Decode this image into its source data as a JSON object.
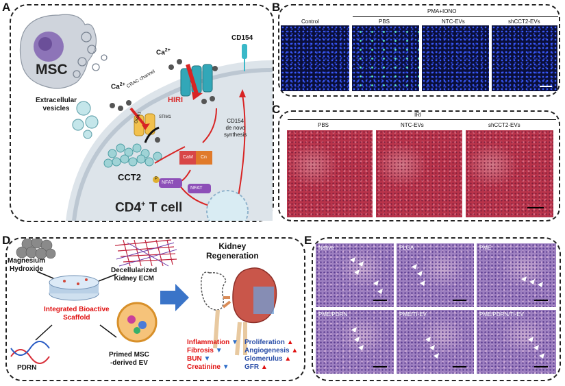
{
  "panels": {
    "a": "A",
    "b": "B",
    "c": "C",
    "d": "D",
    "e": "E"
  },
  "panel_a": {
    "msc": "MSC",
    "extracellular_vesicles": "Extracellular\nvesicles",
    "ca1": "Ca",
    "ca2": "Ca",
    "ca_sup": "2+",
    "crac_channel": "CRAC channel",
    "orai1": "ORAI1",
    "stim1": "STIM1",
    "hiri": "HIRI",
    "cd154": "CD154",
    "cd154_synthesis": "CD154\nde novo\nsynthesis",
    "cct2": "CCT2",
    "cam": "CaM",
    "cn": "Cn",
    "nfat_p": "NFAT",
    "nfat": "NFAT",
    "p": "P",
    "cell": "CD4",
    "cell_sup": "+",
    "cell_suffix": " T cell"
  },
  "panel_b": {
    "group": "PMA+IONO",
    "labels": [
      "Control",
      "PBS",
      "NTC-EVs",
      "shCCT2-EVs"
    ]
  },
  "panel_c": {
    "group": "IRI",
    "labels": [
      "PBS",
      "NTC-EVs",
      "shCCT2-EVs"
    ]
  },
  "panel_d": {
    "magnesium": "Magnesium\nHydroxide",
    "ecm": "Decellularized\nKidney ECM",
    "scaffold": "Integrated Bioactive\nScaffold",
    "pdrn": "PDRN",
    "primed": "Primed MSC\n-derived EV",
    "regeneration_title": "Kidney\nRegeneration",
    "down_items": [
      "Inflammation",
      "Fibrosis",
      "BUN",
      "Creatinine"
    ],
    "up_items": [
      "Proliferation",
      "Angiogenesis",
      "Glomerulus",
      "GFR"
    ],
    "colors": {
      "down_text": "#e01010",
      "up_text": "#2b4fa8",
      "down_arrow": "#2b6cc8",
      "up_arrow": "#e01010"
    }
  },
  "panel_e": {
    "labels": [
      "Native",
      "PLGA",
      "PME",
      "PME/PDRN",
      "PME/TI-EV",
      "PME/PDRN/TI-EV"
    ]
  }
}
